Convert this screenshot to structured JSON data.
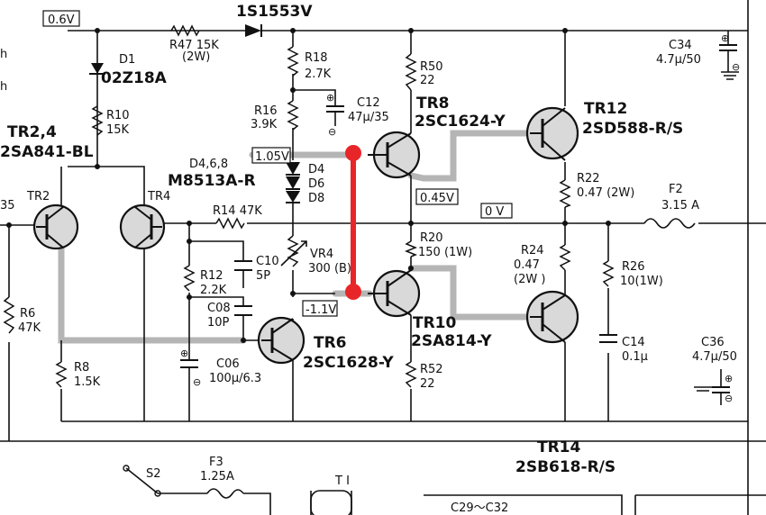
{
  "voltages": {
    "v_top": "0.6V",
    "v_tr8_base": "1.05V",
    "v_tr8_emitter": "0.45V",
    "v_out": "0 V",
    "v_tr10_base": "-1.1V"
  },
  "components": {
    "d_top": "1S1553V",
    "r47": "R47 15K",
    "r47_w": "(2W)",
    "d1": "D1",
    "d1_type": "02Z18A",
    "r18": "R18",
    "r18_v": "2.7K",
    "r50": "R50",
    "r50_v": "22",
    "c34": "C34",
    "c34_v": "4.7μ/50",
    "r16": "R16",
    "r16_v": "3.9K",
    "c12": "C12",
    "c12_v": "47μ/35",
    "tr8": "TR8",
    "tr8_type": "2SC1624-Y",
    "tr12": "TR12",
    "tr12_type": "2SD588-R/S",
    "tr24": "TR2,4",
    "tr24_type": "2SA841-BL",
    "r10": "R10",
    "r10_v": "15K",
    "d468": "D4,6,8",
    "d468_type": "M8513A-R",
    "d4": "D4",
    "d6": "D6",
    "d8": "D8",
    "r22": "R22",
    "r22_v": "0.47 (2W)",
    "f2": "F2",
    "f2_v": "3.15 A",
    "tr2": "TR2",
    "tr4": "TR4",
    "r14": "R14 47K",
    "r20": "R20",
    "r20_v": "150 (1W)",
    "r24": "R24",
    "r24_v": "0.47",
    "r24_w": "(2W )",
    "r26": "R26",
    "r26_v": "10(1W)",
    "vr4": "VR4",
    "vr4_v": "300 (B)",
    "c10": "C10",
    "c10_v": "5P",
    "r12": "R12",
    "r12_v": "2.2K",
    "c08": "C08",
    "c08_v": "10P",
    "r6": "R6",
    "r6_v": "47K",
    "tr10": "TR10",
    "tr10_type": "2SA814-Y",
    "tr6": "TR6",
    "tr6_type": "2SC1628-Y",
    "c14": "C14",
    "c14_v": "0.1μ",
    "c36": "C36",
    "c36_v": "4.7μ/50",
    "r8": "R8",
    "r8_v": "1.5K",
    "c06": "C06",
    "c06_v": "100μ/6.3",
    "r52": "R52",
    "r52_v": "22",
    "tr14": "TR14",
    "tr14_type": "2SB618-R/S",
    "s2": "S2",
    "f3": "F3",
    "f3_v": "1.25A",
    "t1": "T I",
    "c29": "C29〜C32"
  },
  "edge_labels": {
    "h1": "h",
    "h2": "h",
    "e35": "35"
  },
  "annotation_color": "#e8262a"
}
